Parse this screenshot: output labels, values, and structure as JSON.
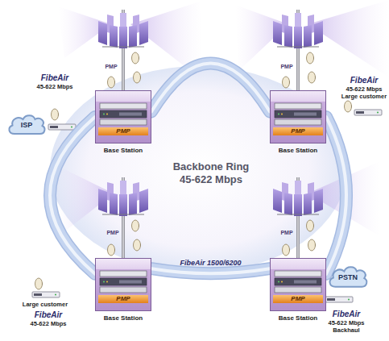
{
  "diagram": {
    "nodes": [
      {
        "text": [
          "PMP",
          "Base Station"
        ]
      },
      {
        "text": [
          "PMP",
          "Base Station"
        ]
      },
      {
        "text": [
          "ISP"
        ]
      },
      {
        "text": [
          "PMP",
          "Base Station"
        ]
      },
      {
        "text": [
          "PSTN"
        ]
      },
      {
        "text": [
          "PMP",
          "Base Station"
        ]
      }
    ],
    "edges": [
      {
        "from": 0,
        "to": 1,
        "arrow": "none"
      },
      {
        "from": 1,
        "to": 5,
        "arrow": "none"
      },
      {
        "from": 3,
        "to": 5,
        "arrow": "none",
        "label": "FibeAir 1500/6200"
      },
      {
        "from": 0,
        "to": 3,
        "arrow": "none"
      }
    ],
    "labels": [
      "PMP",
      "PMP",
      "FibeAir",
      "FibeAir",
      "45-622 Mbps",
      "45-622 Mbps",
      "Large customer",
      "Backbone Ring 45-622 Mbps",
      "PMP",
      "PMP",
      "Large customer",
      "FibeAir",
      "FibeAir",
      "45-622 Mbps",
      "45-622 Mbps Backhaul"
    ]
  }
}
